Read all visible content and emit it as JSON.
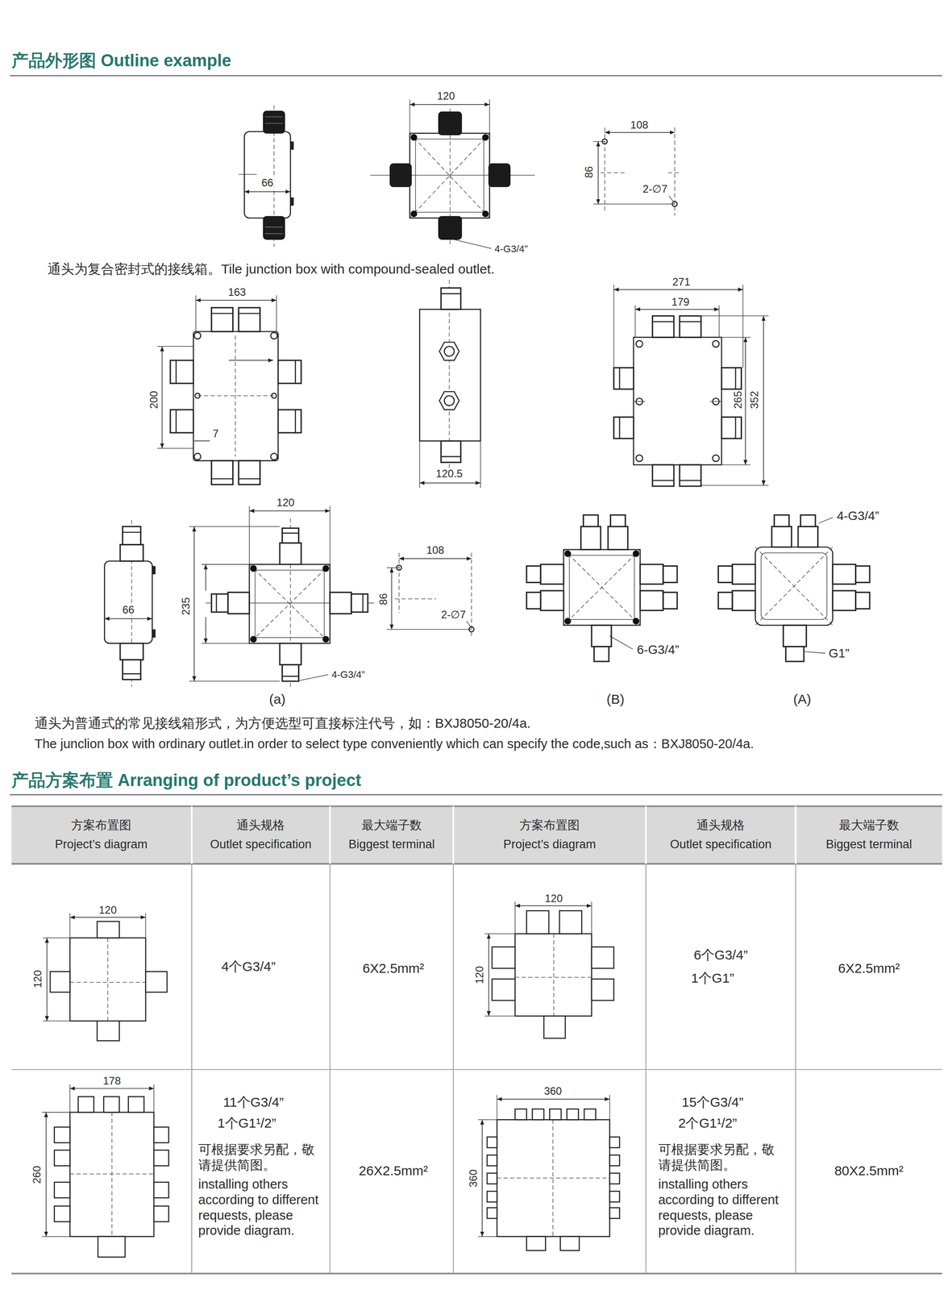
{
  "diagram": {
    "title": "产品外形图 Outline example",
    "labels": [
      "66",
      "120",
      "4-G3/4”",
      "108",
      "86",
      "2-∅7",
      "通头为复合密封式的接线箱。Tile junction box with compound-sealed outlet.",
      "163",
      "200",
      "7",
      "120.5",
      "271",
      "179",
      "265",
      "352",
      "66",
      "120",
      "235",
      "4-G3/4”",
      "108",
      "86",
      "2-∅7",
      "4-G3/4”",
      "6-G3/4”",
      "G1”",
      "(a)",
      "(B)",
      "(A)",
      "通头为普通式的常见接线箱形式，为方便选型可直接标注代号，如：BXJ8050-20/4a.",
      "The junclion box with ordinary outlet.in order to select type conveniently which can specify the code,such as：BXJ8050-20/4a.",
      "产品方案布置 Arranging of product’s project",
      "方案布置图",
      "Project’s diagram",
      "通头规格",
      "Outlet specification",
      "最大端子数",
      "Biggest terminal",
      "方案布置图",
      "Project’s diagram",
      "通头规格",
      "Outlet specification",
      "最大端子数",
      "Biggest terminal",
      "120",
      "120",
      "4个G3/4”",
      "6X2.5mm²",
      "120",
      "120",
      "6个G3/4”",
      "1个G1”",
      "6X2.5mm²",
      "178",
      "260",
      "11个G3/4”",
      "1个G1¹/2”",
      "可根据要求另配，敬请提供简图。",
      "installing others according to different requests, please provide diagram.",
      "26X2.5mm²",
      "360",
      "360",
      "15个G3/4”",
      "2个G1¹/2”",
      "可根据要求另配，敬请提供简图。",
      "installing others according to different requests, please provide diagram.",
      "80X2.5mm²"
    ]
  }
}
